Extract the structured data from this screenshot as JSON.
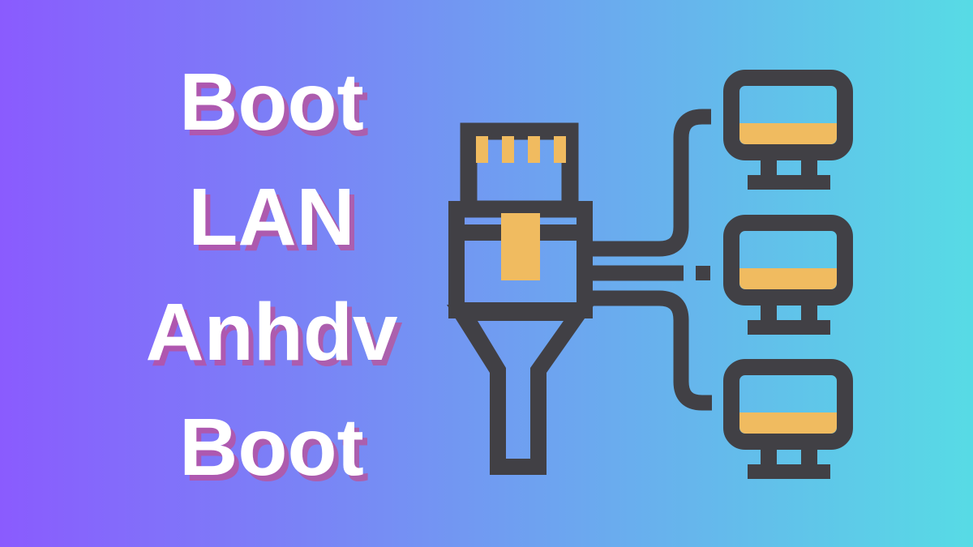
{
  "banner": {
    "title_lines": [
      "Boot",
      "LAN",
      "Anhdv",
      "Boot"
    ]
  },
  "theme": {
    "bg_gradient_start": "#8a5bfe",
    "bg_gradient_end": "#57dbe5",
    "text_color": "#ffffff",
    "text_shadow_color": "rgba(199,73,137,0.66)",
    "icon_dark": "#414045",
    "icon_yellow": "#f0bb60"
  },
  "illustration": {
    "name": "ethernet-cable-connected-to-three-monitors",
    "monitor_count": 3
  }
}
